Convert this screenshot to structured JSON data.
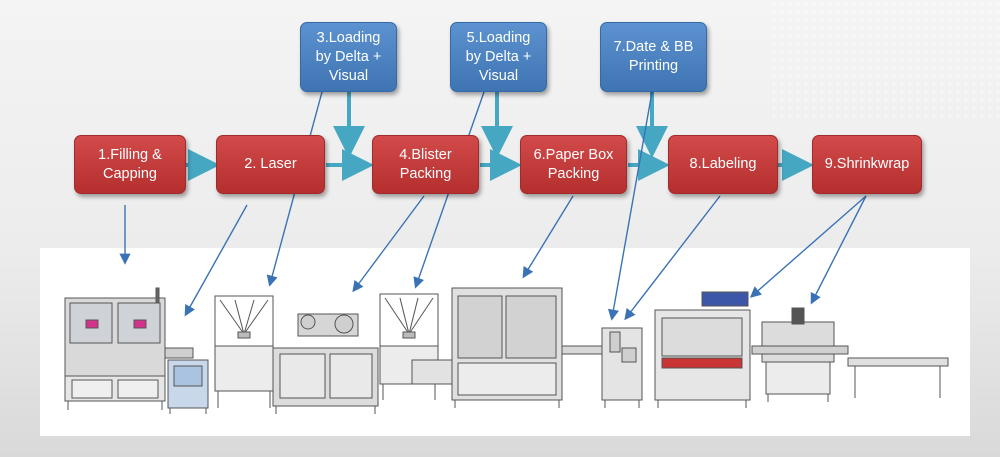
{
  "steps": [
    {
      "label": "1.Filling &\nCapping"
    },
    {
      "label": "2. Laser"
    },
    {
      "label": "3.Loading\nby Delta +\nVisual"
    },
    {
      "label": "4.Blister\nPacking"
    },
    {
      "label": "5.Loading\nby Delta +\nVisual"
    },
    {
      "label": "6.Paper Box\nPacking"
    },
    {
      "label": "7.Date & BB\nPrinting"
    },
    {
      "label": "8.Labeling"
    },
    {
      "label": "9.Shrinkwrap"
    }
  ],
  "colors": {
    "process": "#c03a3a",
    "loading": "#4a80c0",
    "arrow_main": "#45a7c2",
    "arrow_pointer": "#3a73b5"
  },
  "machine": {
    "description_icons": [
      "filling-machine",
      "laser-unit",
      "delta-robot",
      "blister-machine",
      "delta-robot",
      "box-packer",
      "printer",
      "labeler",
      "shrink-tunnel",
      "conveyor"
    ]
  }
}
